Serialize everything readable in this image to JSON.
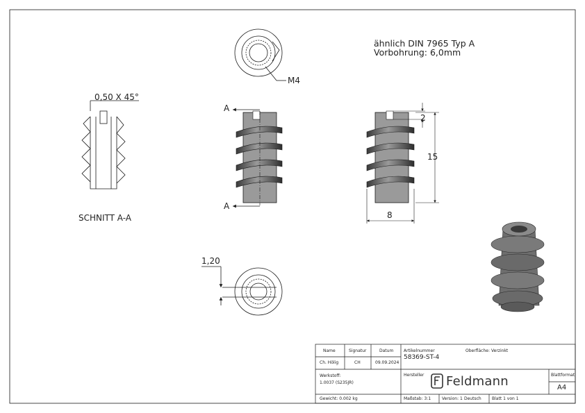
{
  "notes": {
    "line1": "ähnlich DIN 7965 Typ A",
    "line2": "Vorbohrung: 6,0mm"
  },
  "dimensions": {
    "chamfer": "0,50 X 45°",
    "thread": "M4",
    "slot_depth": "2",
    "length": "15",
    "diameter": "8",
    "slot_width": "1,20"
  },
  "section_marks": {
    "top": "A",
    "bottom": "A"
  },
  "section_label": "SCHNITT A-A",
  "title_block": {
    "col_name": "Name",
    "col_signature": "Signatur",
    "col_date": "Datum",
    "name": "Ch. Hölig",
    "signature": "CH",
    "date": "09.09.2024",
    "article_label": "Artikelnummer",
    "article_number": "58369-ST-4",
    "surface_label": "Oberfläche:",
    "surface_value": "Verzinkt",
    "material_label": "Werkstoff:",
    "material_value": "1.0037 (S235JR)",
    "manufacturer_label": "Hersteller",
    "brand": "Feldmann",
    "format_label": "Blattformat",
    "format_value": "A4",
    "weight": "Gewicht: 0.002 kg",
    "scale": "Maßstab: 3:1",
    "version": "Version: 1",
    "language": "Deutsch",
    "sheet": "Blatt 1 von 1"
  },
  "colors": {
    "line": "#1a1a1a",
    "fill_dark": "#4a4a4a",
    "fill_mid": "#8a8a8a"
  }
}
